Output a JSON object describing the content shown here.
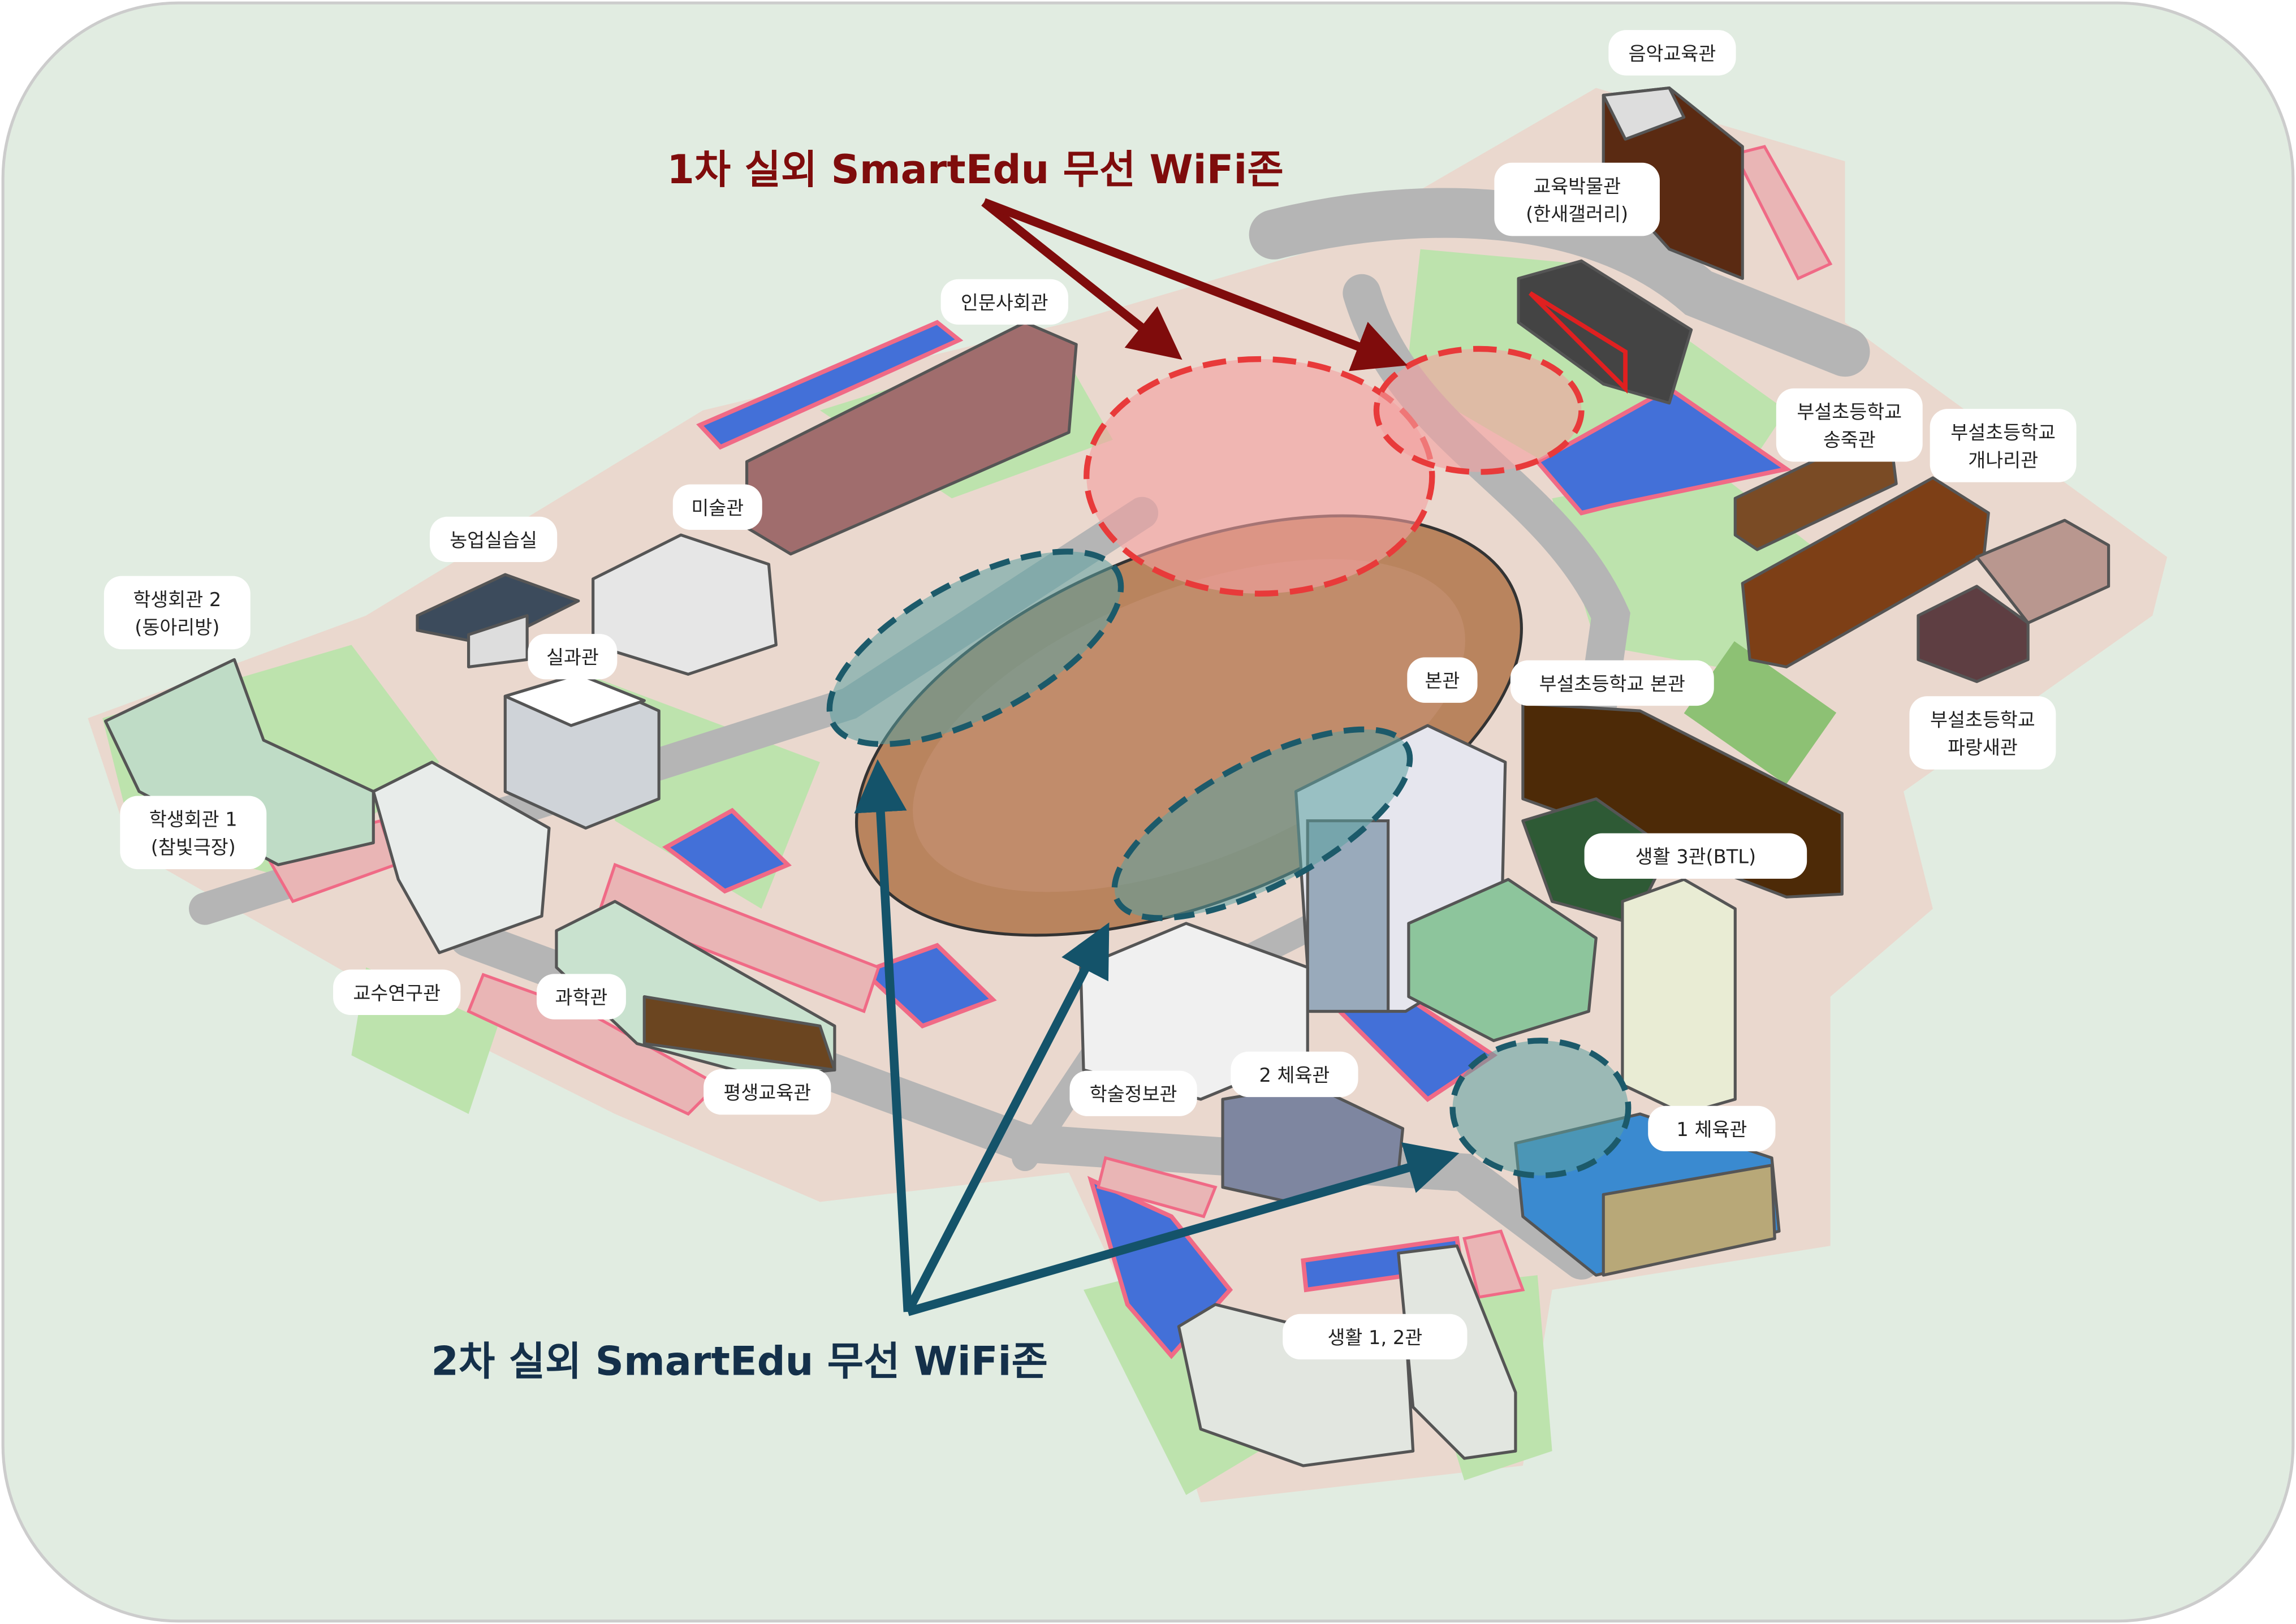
{
  "titles": {
    "zone1": "1차 실외 SmartEdu 무선 WiFi존",
    "zone2": "2차 실외 SmartEdu 무선 WiFi존"
  },
  "colors": {
    "background": "#e1ece1",
    "zone1_text": "#7f0c0c",
    "zone1_fill": "#f4a0a0",
    "zone1_stroke": "#e83a3a",
    "zone2_text": "#14304a",
    "zone2_fill": "#5aa0a0",
    "zone2_stroke": "#1c5a6a",
    "parking": "#4370d8",
    "track": "#b9845e",
    "grass": "#bde3ad",
    "road": "#b5b5b5",
    "pavement": "#ead8ce"
  },
  "labels": [
    {
      "lines": [
        "음악교육관"
      ]
    },
    {
      "lines": [
        "교육박물관",
        "(한새갤러리)"
      ]
    },
    {
      "lines": [
        "인문사회관"
      ]
    },
    {
      "lines": [
        "미술관"
      ]
    },
    {
      "lines": [
        "농업실습실"
      ]
    },
    {
      "lines": [
        "학생회관 2",
        "(동아리방)"
      ]
    },
    {
      "lines": [
        "실과관"
      ]
    },
    {
      "lines": [
        "부설초등학교",
        "송죽관"
      ]
    },
    {
      "lines": [
        "부설초등학교",
        "개나리관"
      ]
    },
    {
      "lines": [
        "본관"
      ]
    },
    {
      "lines": [
        "부설초등학교 본관"
      ]
    },
    {
      "lines": [
        "부설초등학교",
        "파랑새관"
      ]
    },
    {
      "lines": [
        "학생회관 1",
        "(참빛극장)"
      ]
    },
    {
      "lines": [
        "생활 3관(BTL)"
      ]
    },
    {
      "lines": [
        "교수연구관"
      ]
    },
    {
      "lines": [
        "과학관"
      ]
    },
    {
      "lines": [
        "평생교육관"
      ]
    },
    {
      "lines": [
        "학술정보관"
      ]
    },
    {
      "lines": [
        "2 체육관"
      ]
    },
    {
      "lines": [
        "1 체육관"
      ]
    },
    {
      "lines": [
        "생활 1, 2관"
      ]
    }
  ]
}
